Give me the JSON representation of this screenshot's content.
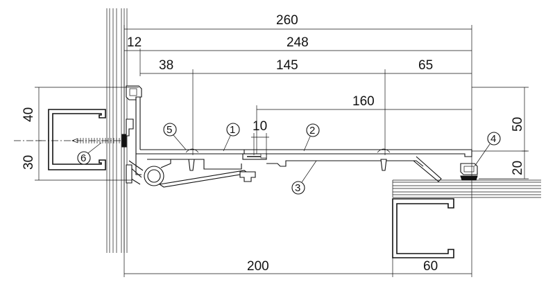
{
  "dimensions": {
    "overall_width": "260",
    "left_offset": "12",
    "inner_width": "248",
    "span_left": "38",
    "span_mid": "145",
    "span_right": "65",
    "cover_width": "160",
    "gap": "10",
    "height_upper": "40",
    "height_lower": "30",
    "height_right": "50",
    "height_right_lower": "20",
    "base_left": "200",
    "base_right": "60"
  },
  "callouts": [
    "1",
    "2",
    "3",
    "4",
    "5",
    "6"
  ]
}
